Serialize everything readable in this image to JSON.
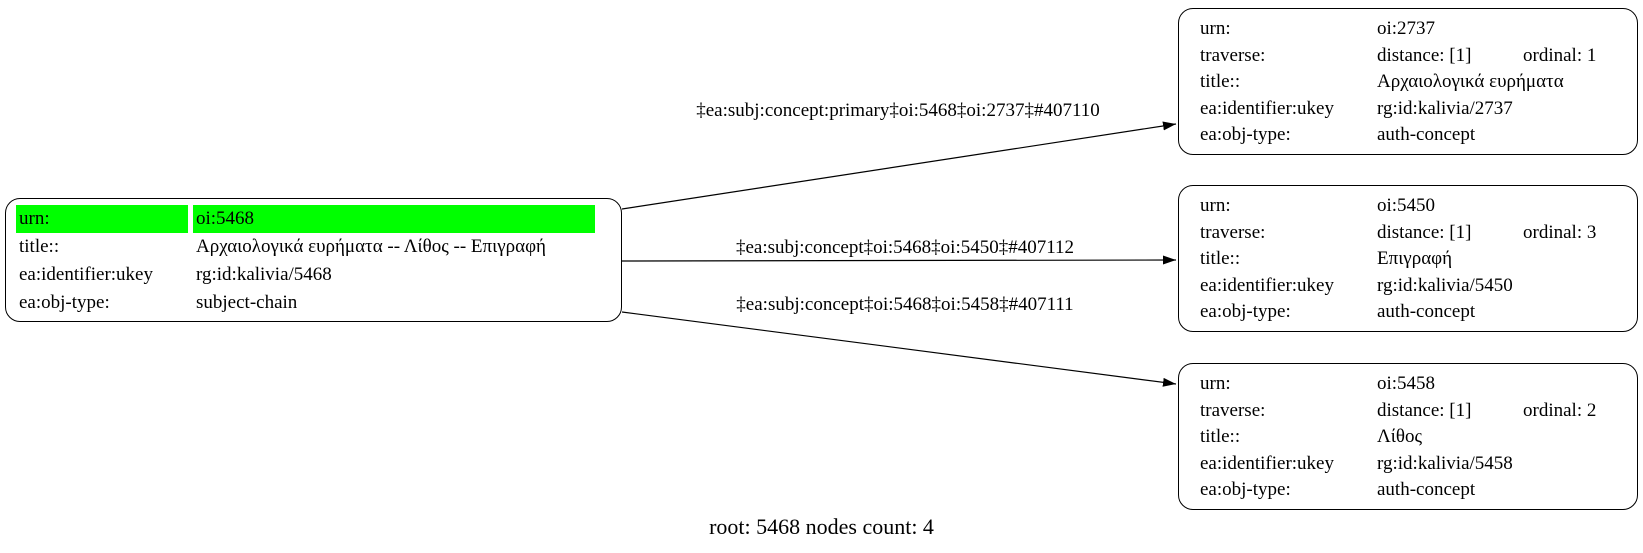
{
  "colors": {
    "highlight_green": "#00ff00",
    "border": "#000000",
    "text": "#000000",
    "background": "#ffffff"
  },
  "field_labels": {
    "urn": "urn:",
    "traverse": "traverse:",
    "title": "title::",
    "ukey": "ea:identifier:ukey",
    "obj_type": "ea:obj-type:"
  },
  "root_node": {
    "urn": "oi:5468",
    "title": "Αρχαιολογικά ευρήματα -- Λίθος -- Επιγραφή",
    "ukey": "rg:id:kalivia/5468",
    "obj_type": "subject-chain"
  },
  "concept_nodes": [
    {
      "urn": "oi:2737",
      "distance": "distance: [1]",
      "ordinal": "ordinal: 1",
      "title": "Αρχαιολογικά ευρήματα",
      "ukey": "rg:id:kalivia/2737",
      "obj_type": "auth-concept"
    },
    {
      "urn": "oi:5450",
      "distance": "distance: [1]",
      "ordinal": "ordinal: 3",
      "title": "Επιγραφή",
      "ukey": "rg:id:kalivia/5450",
      "obj_type": "auth-concept"
    },
    {
      "urn": "oi:5458",
      "distance": "distance: [1]",
      "ordinal": "ordinal: 2",
      "title": "Λίθος",
      "ukey": "rg:id:kalivia/5458",
      "obj_type": "auth-concept"
    }
  ],
  "edges": [
    {
      "label": "‡ea:subj:concept:primary‡oi:5468‡oi:2737‡#407110"
    },
    {
      "label": "‡ea:subj:concept‡oi:5468‡oi:5450‡#407112"
    },
    {
      "label": "‡ea:subj:concept‡oi:5468‡oi:5458‡#407111"
    }
  ],
  "caption": "root: 5468 nodes count: 4"
}
